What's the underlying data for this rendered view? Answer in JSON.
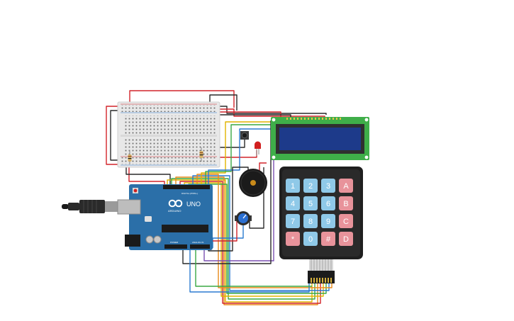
{
  "arduino": {
    "model": "UNO",
    "brand": "ARDUINO",
    "digital_header": "DIGITAL (PWM~)",
    "power_header": "POWER",
    "analog_header": "ANALOG IN"
  },
  "keypad": {
    "keys": [
      [
        "1",
        "2",
        "3",
        "A"
      ],
      [
        "4",
        "5",
        "6",
        "B"
      ],
      [
        "7",
        "8",
        "9",
        "C"
      ],
      [
        "*",
        "0",
        "#",
        "D"
      ]
    ]
  },
  "colors": {
    "digit_key": "#8fc9e8",
    "letter_key": "#e8939b",
    "lcd_board": "#3fae49",
    "lcd_screen": "#1d3a8a",
    "arduino_board": "#2b6fa8",
    "wire_red": "#d2242a",
    "wire_black": "#2a2a2a",
    "wire_yellow": "#e0b400",
    "wire_green": "#3aa844",
    "wire_orange": "#e88a1a",
    "wire_blue": "#2b7ad0",
    "wire_purple": "#7a4fb0"
  },
  "icons": [
    "usb-cable-icon",
    "breadboard-icon",
    "pushbutton-icon",
    "led-icon",
    "buzzer-icon",
    "potentiometer-icon",
    "lcd-icon",
    "keypad-icon"
  ]
}
